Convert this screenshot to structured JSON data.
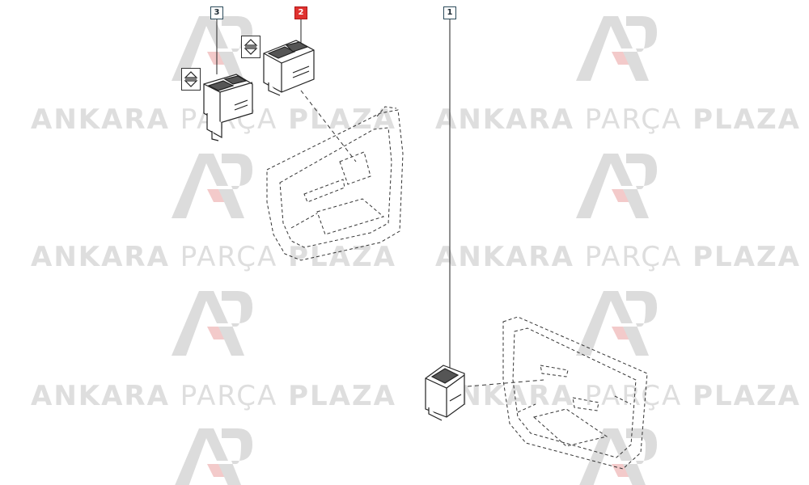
{
  "watermark": {
    "word1": "ANKARA",
    "word2": "PARÇA",
    "word3": "PLAZA",
    "logo_color": "#d9d9d9",
    "logo_accent": "#f4c9c9"
  },
  "callouts": [
    {
      "id": "1",
      "highlighted": false
    },
    {
      "id": "2",
      "highlighted": true
    },
    {
      "id": "3",
      "highlighted": false
    }
  ],
  "colors": {
    "highlight": "#e0322f",
    "callout_border": "#2b4a5a",
    "line": "#222222"
  }
}
